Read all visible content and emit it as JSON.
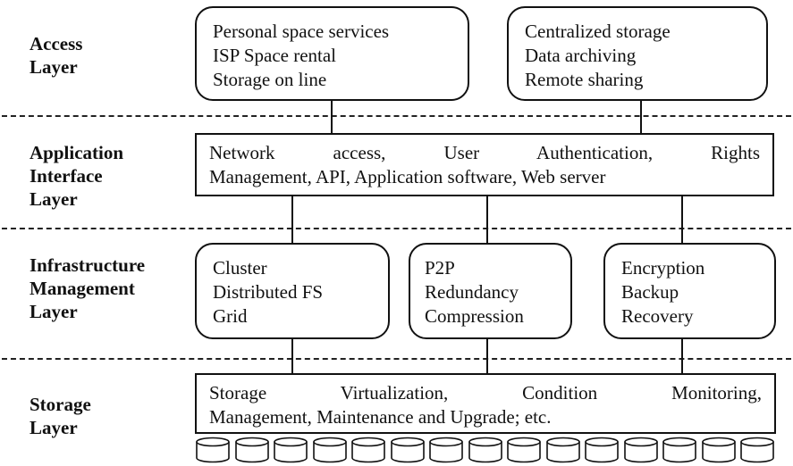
{
  "layers": {
    "access": [
      "Access",
      "Layer"
    ],
    "application": [
      "Application",
      "Interface",
      "Layer"
    ],
    "infrastructure": [
      "Infrastructure",
      "Management",
      "Layer"
    ],
    "storage": [
      "Storage",
      "Layer"
    ]
  },
  "access_boxes": {
    "personal": [
      "Personal space services",
      "ISP Space rental",
      "Storage on line"
    ],
    "centralized": [
      "Centralized storage",
      "Data archiving",
      "Remote sharing"
    ]
  },
  "app_box": [
    "Network access, User Authentication, Rights",
    "Management, API, Application software, Web server"
  ],
  "infra_boxes": {
    "cluster": [
      "Cluster",
      "Distributed FS",
      "Grid"
    ],
    "p2p": [
      "P2P",
      "Redundancy",
      "Compression"
    ],
    "encryption": [
      "Encryption",
      "Backup",
      "Recovery"
    ]
  },
  "storage_box": [
    "Storage Virtualization, Condition Monitoring,",
    "Management, Maintenance and Upgrade; etc."
  ],
  "disk_count": 15
}
